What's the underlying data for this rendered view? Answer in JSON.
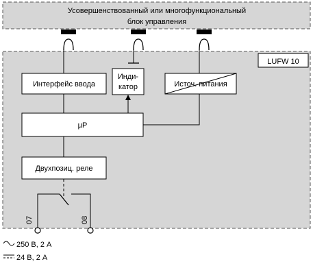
{
  "header": {
    "line1": "Усовершенствованный или многофункциональный",
    "line2": "блок управления"
  },
  "module_label": "LUFW 10",
  "blocks": {
    "input_interface": "Интерфейс ввода",
    "indicator_line1": "Инди-",
    "indicator_line2": "катор",
    "power_source": "Источ. питания",
    "microprocessor": "µP",
    "relay": "Двухпозиц. реле"
  },
  "terminals": {
    "left": "07",
    "right": "08"
  },
  "ratings": {
    "ac": "250 В, 2 А",
    "dc": "24 В, 2 А"
  },
  "colors": {
    "panel_fill": "#d6d6d6",
    "dash_stroke": "#555555",
    "line": "#000000",
    "box_fill": "#ffffff"
  }
}
